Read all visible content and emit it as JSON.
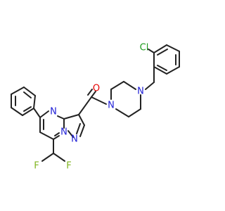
{
  "structure": {
    "atoms": [
      {
        "id": "Cl",
        "label": "Cl",
        "color": "#1a9a1a"
      },
      {
        "id": "O",
        "label": "O",
        "color": "#e60000"
      },
      {
        "id": "N_pip_top",
        "label": "N",
        "color": "#1f1fd6"
      },
      {
        "id": "N_pip_bottom",
        "label": "N",
        "color": "#1f1fd6"
      },
      {
        "id": "N_pyrimidine",
        "label": "N",
        "color": "#1f1fd6"
      },
      {
        "id": "N_bridge",
        "label": "N",
        "color": "#1f1fd6"
      },
      {
        "id": "N_pyrazole",
        "label": "N",
        "color": "#1f1fd6"
      },
      {
        "id": "F_left",
        "label": "F",
        "color": "#7fb51f"
      },
      {
        "id": "F_right",
        "label": "F",
        "color": "#7fb51f"
      }
    ]
  }
}
